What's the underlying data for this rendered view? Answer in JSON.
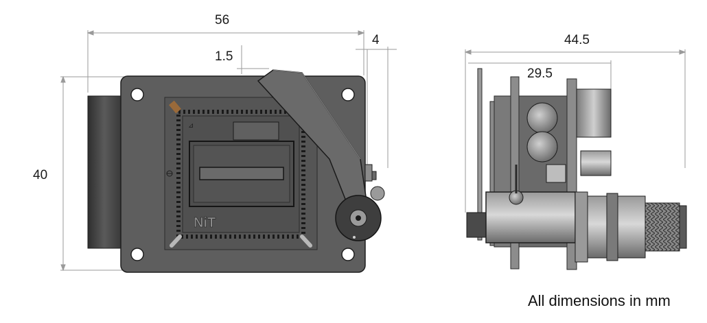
{
  "front_view": {
    "width_dim": "56",
    "offset_dim": "4",
    "gap_dim": "1.5",
    "height_dim": "40",
    "logo_text": "NiT"
  },
  "side_view": {
    "depth_dim": "44.5",
    "inner_depth_dim": "29.5"
  },
  "caption": "All dimensions in mm",
  "colors": {
    "body_dark": "#4a4a4a",
    "plate": "#5e5e5e",
    "outline": "#1e1e1e",
    "dimension_line": "#9a9a9a"
  }
}
